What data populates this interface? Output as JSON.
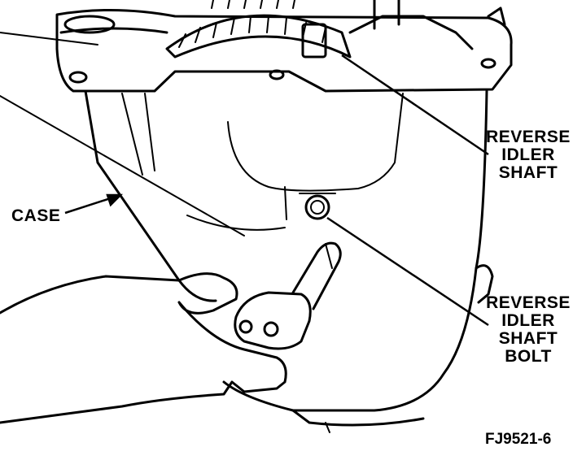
{
  "labels": {
    "case": "CASE",
    "reverse_idler_shaft": [
      "REVERSE",
      "IDLER",
      "SHAFT"
    ],
    "reverse_idler_shaft_bolt": [
      "REVERSE",
      "IDLER",
      "SHAFT",
      "BOLT"
    ]
  },
  "figure_id": "FJ9521-6",
  "colors": {
    "ink": "#000000",
    "paper": "#ffffff"
  }
}
